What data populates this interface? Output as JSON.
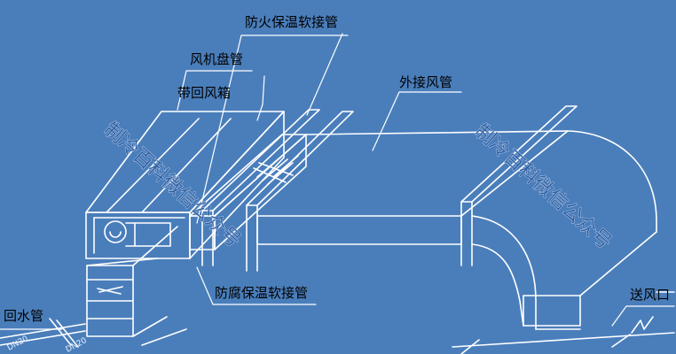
{
  "labels": {
    "fire_hose": "防火保温软接管",
    "fan_coil": "风机盘管",
    "return_box": "带回风箱",
    "ext_duct": "外接风管",
    "anti_corrosion_hose": "防腐保温软接管",
    "return_pipe": "回水管",
    "supply_outlet": "送风口"
  },
  "pipe_tags": [
    "DN20",
    "DN20"
  ],
  "watermark": "制冷百科微信公众号",
  "colors": {
    "background": "#4a7ebb",
    "line": "#ffffff",
    "text": "#000000"
  }
}
